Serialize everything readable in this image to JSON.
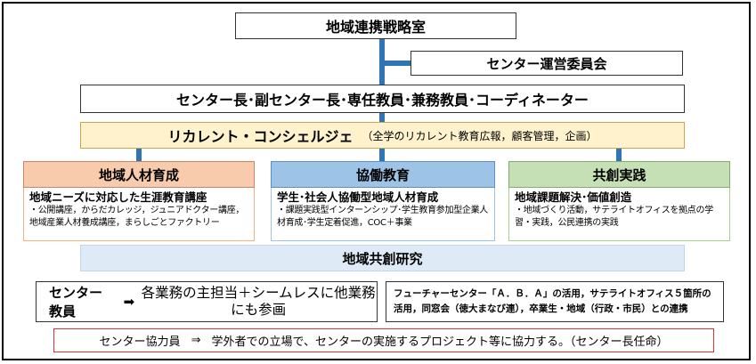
{
  "strategy_office": "地域連携戦略室",
  "steering_committee": "センター運営委員会",
  "staff_lineup": "センター長･副センター長･専任教員･兼務教員･コーディネーター",
  "concierge": {
    "title": "リカレント・コンシェルジェ",
    "description": "（全学のリカレント教育広報，顧客管理，企画）"
  },
  "columns": [
    {
      "heading": "地域人材育成",
      "title": "地域ニーズに対応した生涯教育講座",
      "description": "・公開講座，からだカレッジ，ジュニアドクター講座，地域産業人材養成講座，まらしごとファクトリー"
    },
    {
      "heading": "協働教育",
      "title": "学生･社会人協働型地域人材育成",
      "description": "・課題実践型インターンシップ･学生教育参加型企業人材育成･学生定着促進，COC＋事業"
    },
    {
      "heading": "共創実践",
      "title": "地域課題解決･価値創造",
      "description": "・地域づくり活動，サテライトオフィスを拠点の学習・実践，公民連携の実践"
    }
  ],
  "research": "地域共創研究",
  "center_staff": {
    "name": "センター教員",
    "arrow": "➡",
    "role": "各業務の主担当＋シームレスに他業務にも参画"
  },
  "future_center": "フューチャーセンター「Ａ．Ｂ．Ａ」の活用，サテライトオフィス５箇所の活用，同窓会（徳大まなび連），卒業生・地域（行政・市民）との連携",
  "partner": {
    "name": "センター協力員",
    "arrow": "⇒",
    "description": "学外者での立場で、センターの実施するプロジェクト等に協力する。（センター長任命）"
  },
  "colors": {
    "connector": "#2e75b6",
    "concierge_bg": "#fff2cc",
    "regional_bg": "#f8cbad",
    "collab_bg": "#9dc3e6",
    "cocreation_bg": "#c5e0b4",
    "research_bg": "#deebf7",
    "partner_border": "#e03030"
  }
}
